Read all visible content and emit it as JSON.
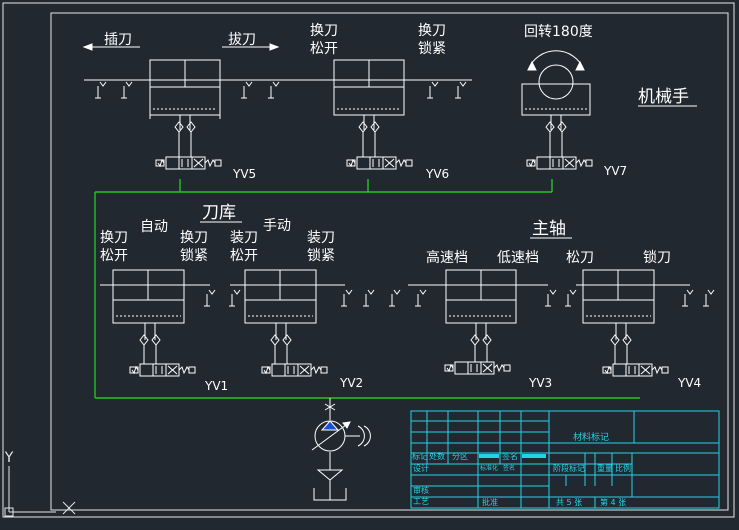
{
  "colors": {
    "background": "#212830",
    "line": "#ffffff",
    "frame": "#e6e6e6",
    "cyan": "#22d3e6",
    "green": "#22c422",
    "blue": "#1b4fd8",
    "text": "#ffffff"
  },
  "labels": {
    "insert_tool": "插刀",
    "pull_tool": "拔刀",
    "change_tool_release": "换刀\n松开",
    "change_tool_lock": "换刀\n锁紧",
    "rotate": "回转180度",
    "manipulator": "机械手",
    "tool_magazine": "刀库",
    "auto": "自动",
    "manual": "手动",
    "load_tool_release": "装刀\n松开",
    "load_tool_lock": "装刀\n锁紧",
    "spindle": "主轴",
    "high_speed": "高速档",
    "low_speed": "低速档",
    "release_tool": "松刀",
    "lock_tool": "锁刀"
  },
  "valves": [
    "YV5",
    "YV6",
    "YV7",
    "YV1",
    "YV2",
    "YV3",
    "YV4"
  ],
  "ucs": {
    "y": "Y",
    "x": "X"
  },
  "title_block": {
    "material_mark": "材料标记",
    "mark": "标记",
    "count": "处数",
    "zone": "分区",
    "signature": "签名",
    "design": "设计",
    "standardization": "标准化",
    "sign_date": "签名",
    "stage_mark": "阶段标记",
    "weight": "重量",
    "scale": "比例",
    "review": "审核",
    "process": "工艺",
    "approve": "批准",
    "total_sheets": "共 5 张",
    "sheet_no": "第 4 张"
  }
}
